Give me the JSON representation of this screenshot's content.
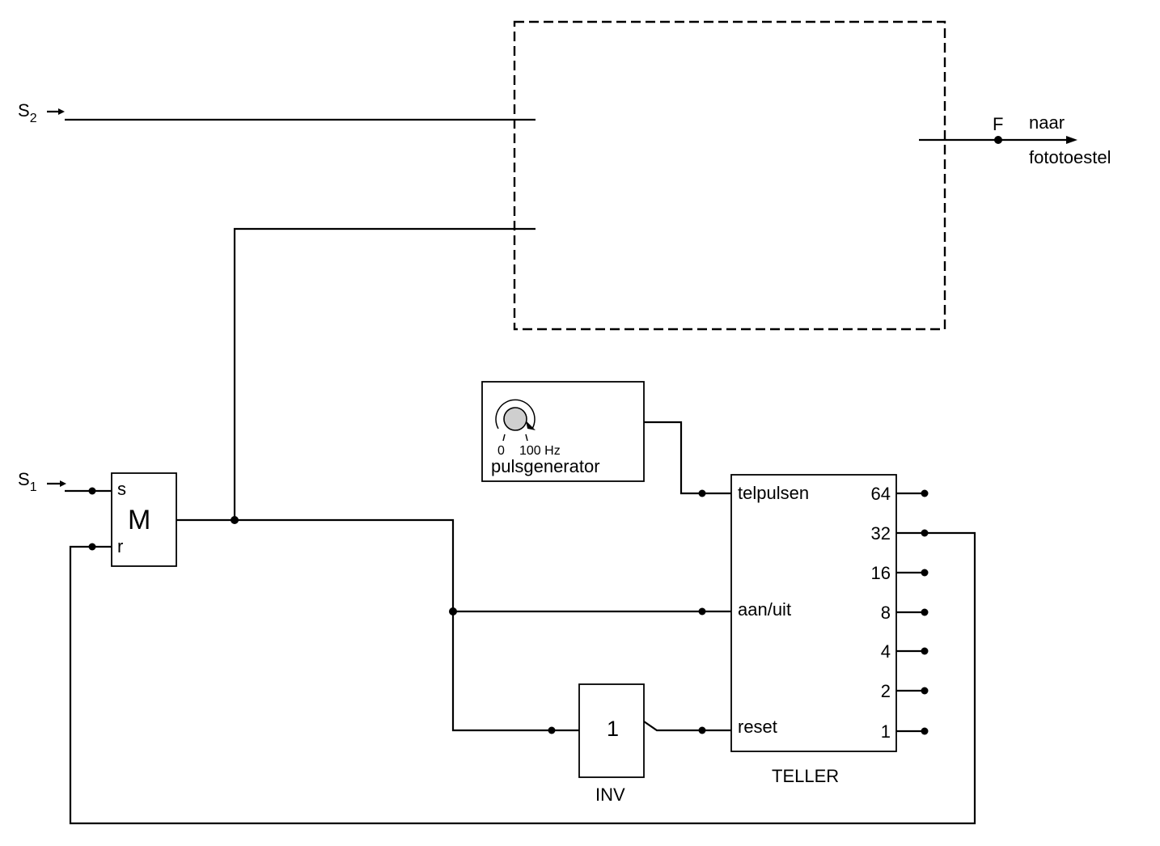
{
  "inputs": {
    "s2": "S",
    "s2_sub": "2",
    "s1": "S",
    "s1_sub": "1"
  },
  "output": {
    "f_label": "F",
    "dest_line1": "naar",
    "dest_line2": "fototoestel"
  },
  "memory": {
    "label": "M",
    "set": "s",
    "reset": "r"
  },
  "pulse_generator": {
    "label": "pulsgenerator",
    "scale_min": "0",
    "scale_max": "100 Hz"
  },
  "counter": {
    "label": "TELLER",
    "input_pulses": "telpulsen",
    "input_onoff": "aan/uit",
    "input_reset": "reset",
    "outputs": [
      "64",
      "32",
      "16",
      "8",
      "4",
      "2",
      "1"
    ]
  },
  "inverter": {
    "symbol": "1",
    "label": "INV"
  }
}
